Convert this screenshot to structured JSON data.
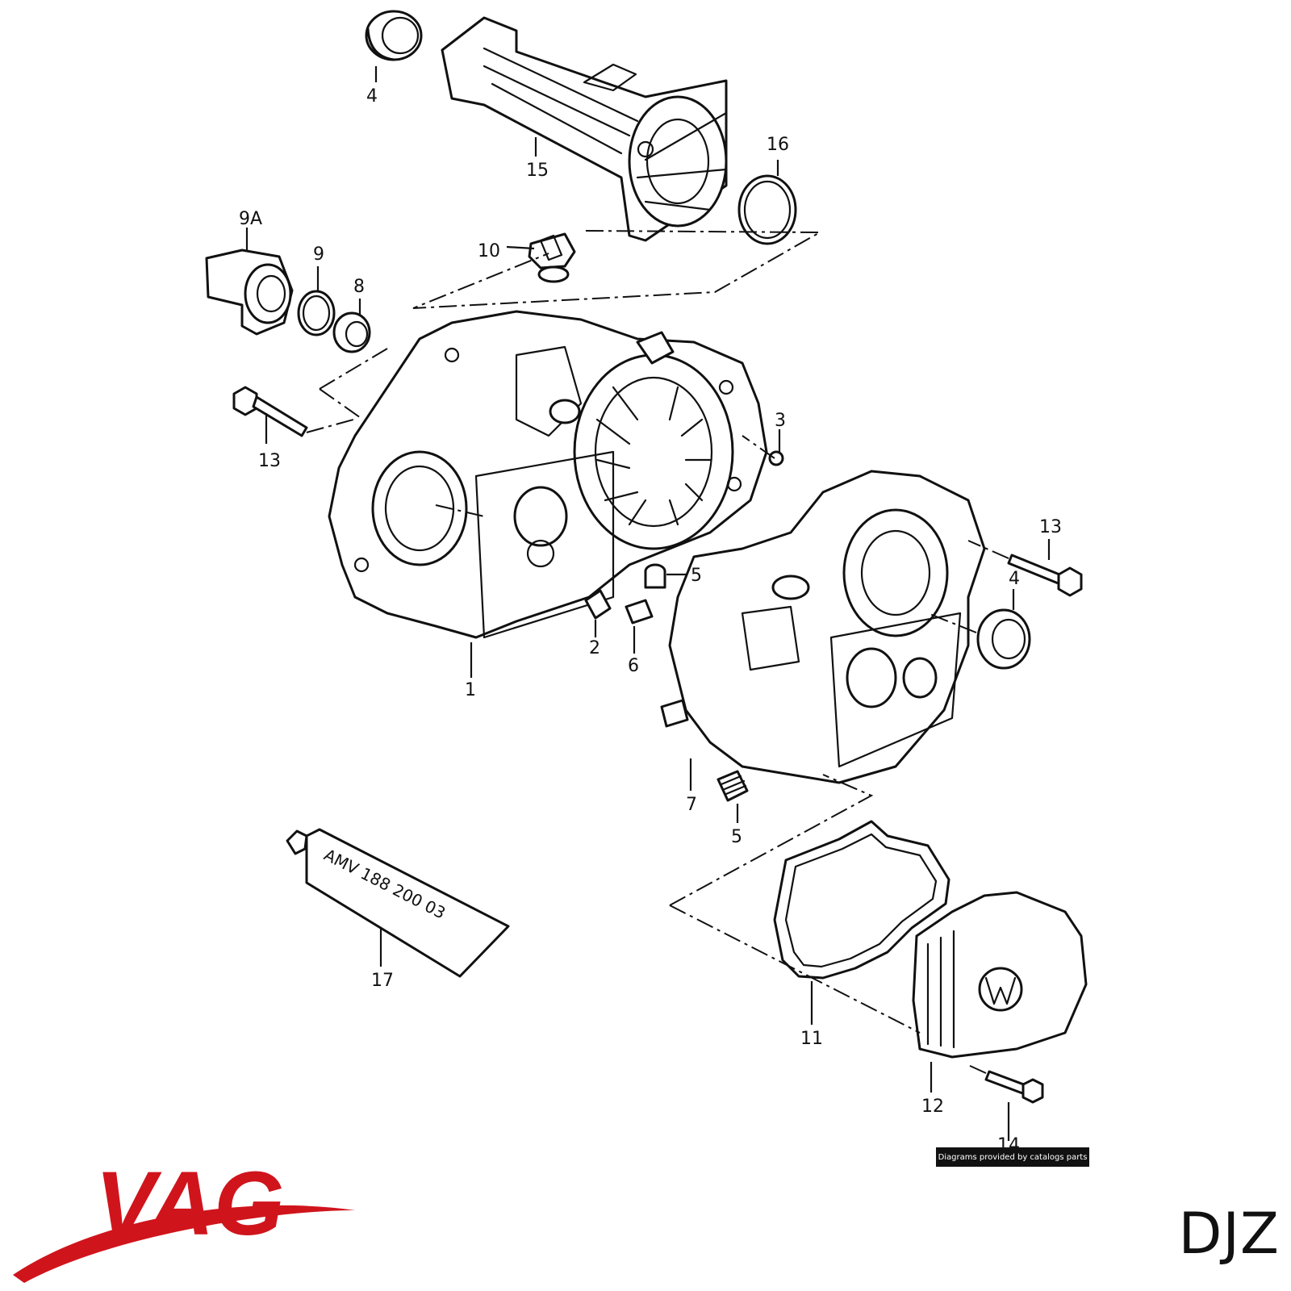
{
  "callouts": {
    "c1": "1",
    "c2": "2",
    "c3": "3",
    "c4a": "4",
    "c4b": "4",
    "c5a": "5",
    "c5b": "5",
    "c6": "6",
    "c7": "7",
    "c8": "8",
    "c9": "9",
    "c9a": "9A",
    "c10": "10",
    "c11": "11",
    "c12": "12",
    "c13a": "13",
    "c13b": "13",
    "c14": "14",
    "c15": "15",
    "c16": "16",
    "c17": "17"
  },
  "tube_label": "AMV 188 200 03",
  "credit": "Diagrams provided by catalogs parts",
  "brand": {
    "logo": "VAG",
    "color": "#d0141c"
  },
  "code": "DJZ"
}
